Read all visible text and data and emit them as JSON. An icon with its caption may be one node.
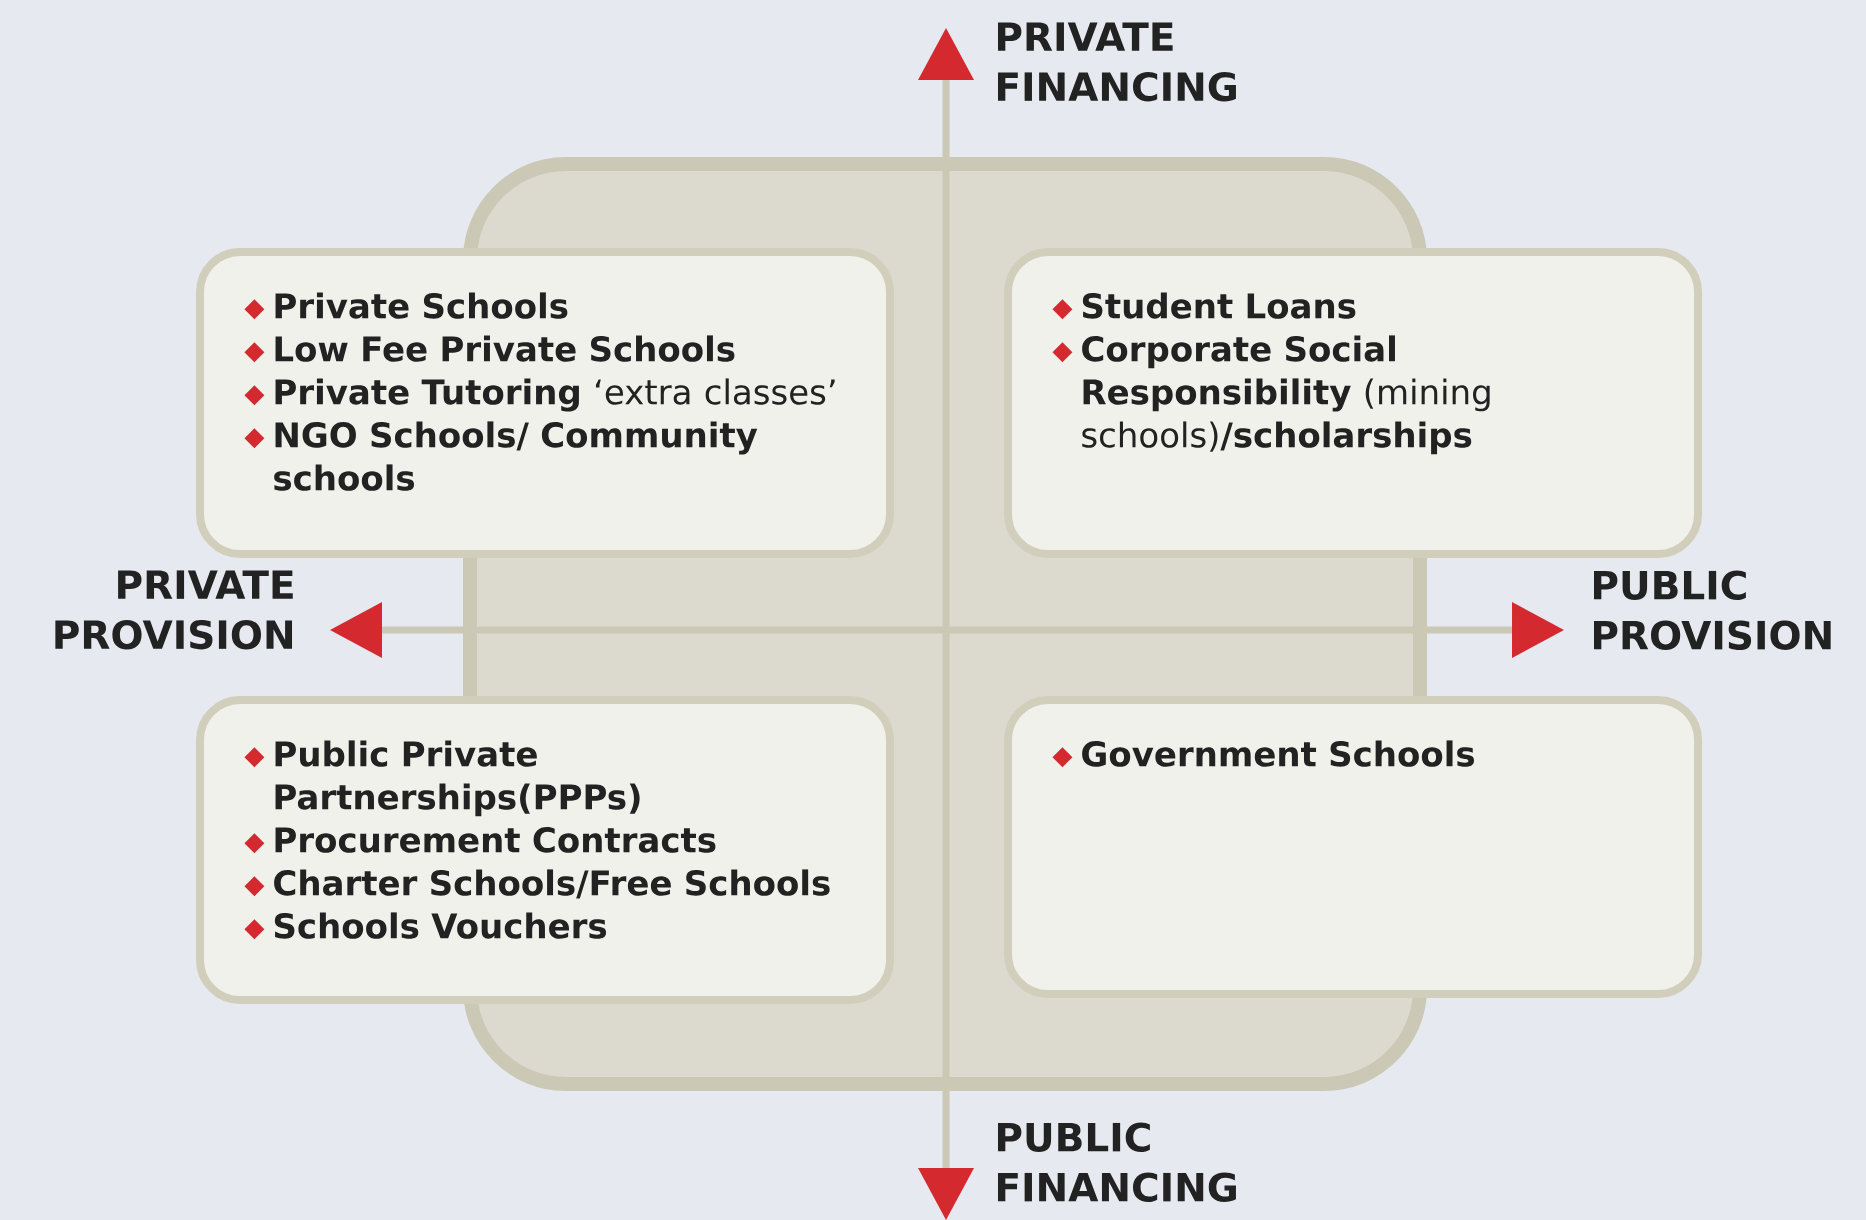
{
  "diagram": {
    "nodes": [
      {
        "text": [
          "Private Schools",
          "Low Fee Private Schools",
          "**Private Tutoring** ‘extra classes’",
          "NGO Schools/ Community schools"
        ]
      },
      {
        "text": [
          "Student Loans",
          "**Corporate Social Responsibility** (mining schools)**/scholarships**"
        ]
      },
      {
        "text": [
          "Public Private Partnerships(PPPs)",
          "Procurement Contracts",
          "Charter Schools/Free Schools",
          "Schools Vouchers"
        ]
      },
      {
        "text": [
          "Government Schools"
        ]
      }
    ],
    "labels": [
      "PRIVATE FINANCING",
      "PRIVATE PROVISION",
      "PUBLIC PROVISION",
      "PUBLIC FINANCING"
    ]
  }
}
